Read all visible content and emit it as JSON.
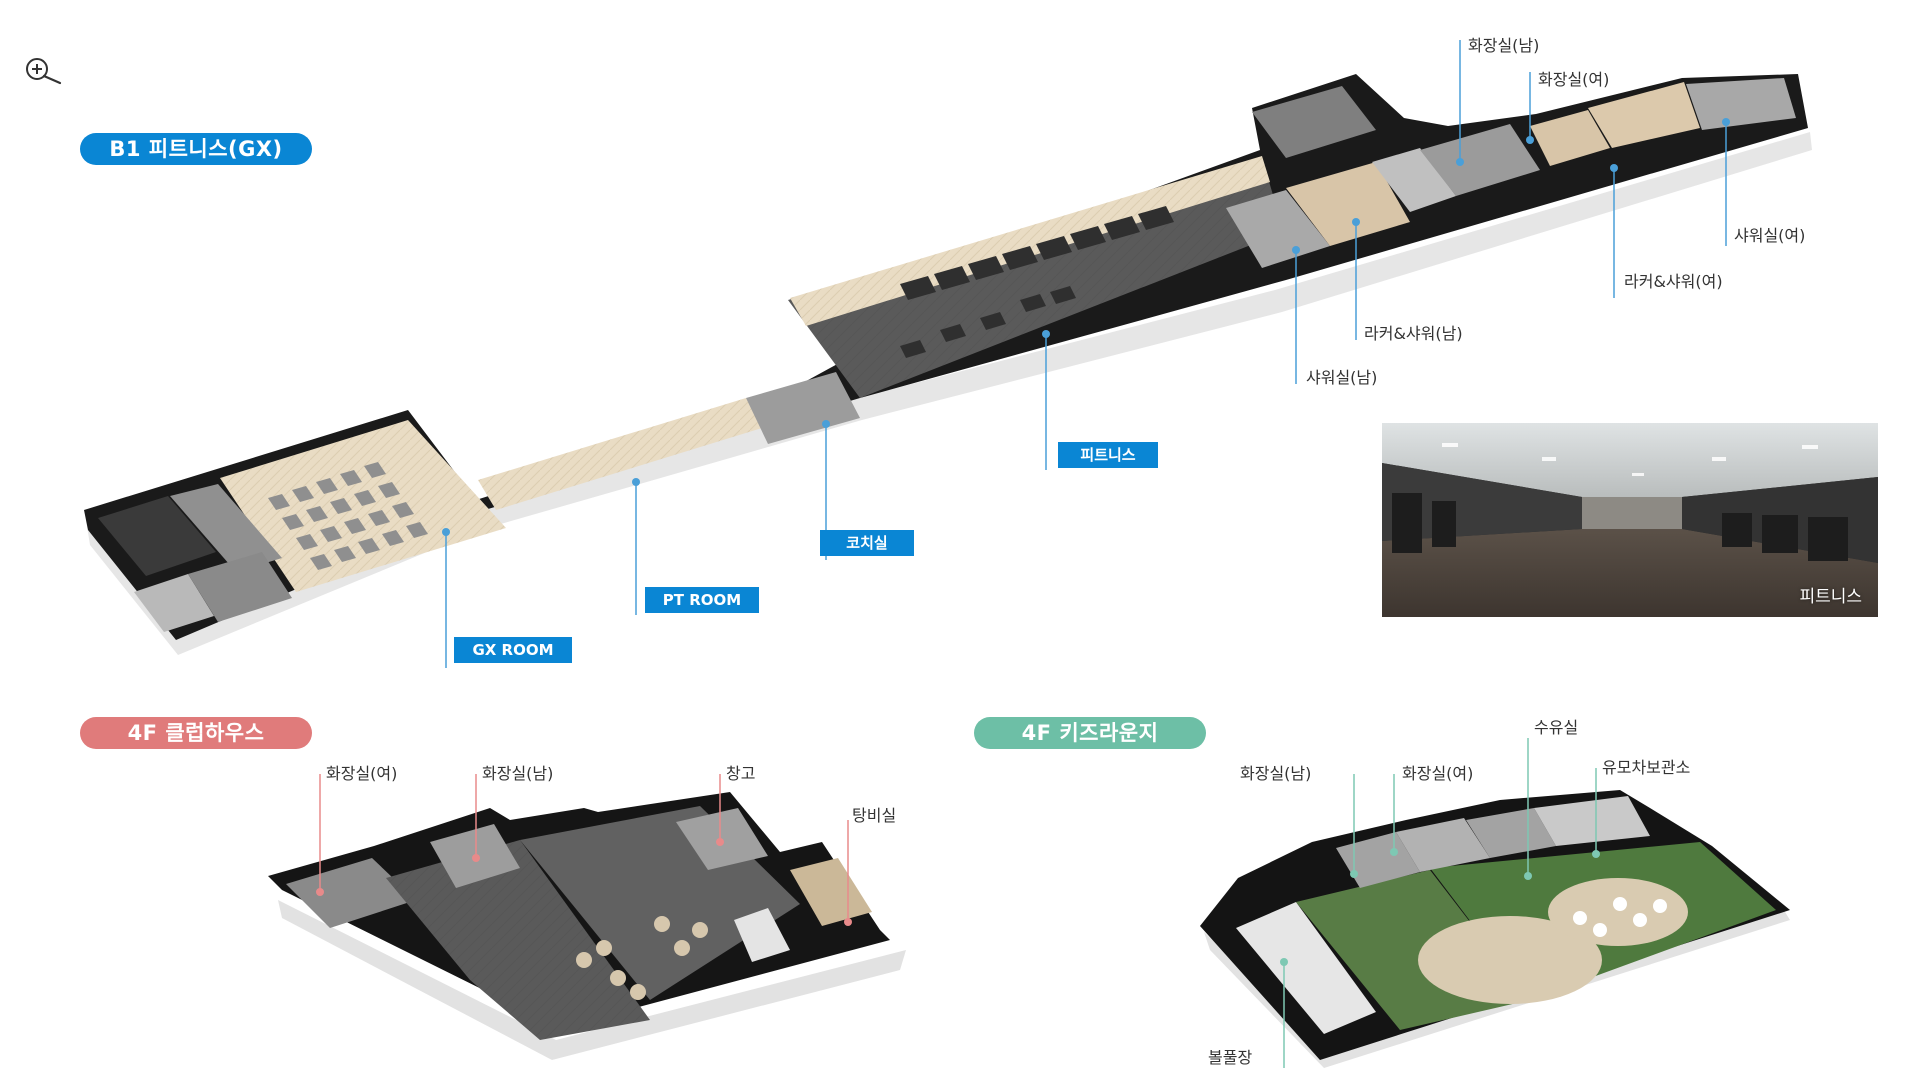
{
  "colors": {
    "b1": "#0a86d4",
    "clubhouse": "#e07b7b",
    "kids": "#6dbfa6",
    "tag_bg": "#0a86d4",
    "b1_leader": "#4a9fd8",
    "club_leader": "#e88a8a",
    "kids_leader": "#7ec8b3"
  },
  "toolbar": {
    "zoom_icon": "zoom-in-icon"
  },
  "sections": {
    "b1": {
      "title": "B1 피트니스(GX)"
    },
    "clubhouse": {
      "title": "4F 클럽하우스"
    },
    "kids": {
      "title": "4F 키즈라운지"
    }
  },
  "b1_tags": {
    "gx": "GX ROOM",
    "pt": "PT ROOM",
    "coach": "코치실",
    "fitness": "피트니스"
  },
  "b1_labels": {
    "toilet_m": "화장실(남)",
    "toilet_f": "화장실(여)",
    "shower_f": "샤워실(여)",
    "locker_f": "라커&샤워(여)",
    "locker_m": "라커&샤워(남)",
    "shower_m": "샤워실(남)"
  },
  "photo": {
    "caption": "피트니스"
  },
  "clubhouse_labels": {
    "toilet_f": "화장실(여)",
    "toilet_m": "화장실(남)",
    "storage": "창고",
    "pantry": "탕비실"
  },
  "kids_labels": {
    "toilet_m": "화장실(남)",
    "toilet_f": "화장실(여)",
    "nursing": "수유실",
    "stroller": "유모차보관소",
    "ballpool": "볼풀장"
  }
}
